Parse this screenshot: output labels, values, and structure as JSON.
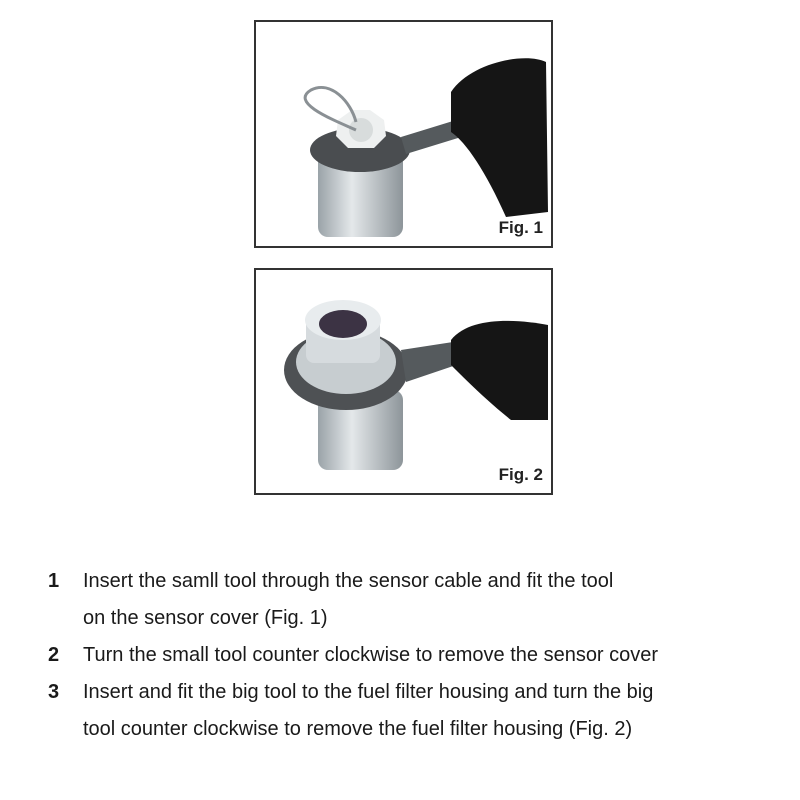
{
  "figures": [
    {
      "label": "Fig. 1"
    },
    {
      "label": "Fig. 2"
    }
  ],
  "steps": [
    {
      "number": "1",
      "lines": [
        "Insert the samll tool through the sensor cable and fit the tool",
        "on the sensor cover (Fig. 1)"
      ]
    },
    {
      "number": "2",
      "lines": [
        "Turn the small tool counter clockwise to remove the sensor cover"
      ]
    },
    {
      "number": "3",
      "lines": [
        "Insert and fit the big tool to the fuel filter housing and turn the big",
        "tool counter clockwise to remove the fuel filter housing (Fig. 2)"
      ]
    }
  ]
}
